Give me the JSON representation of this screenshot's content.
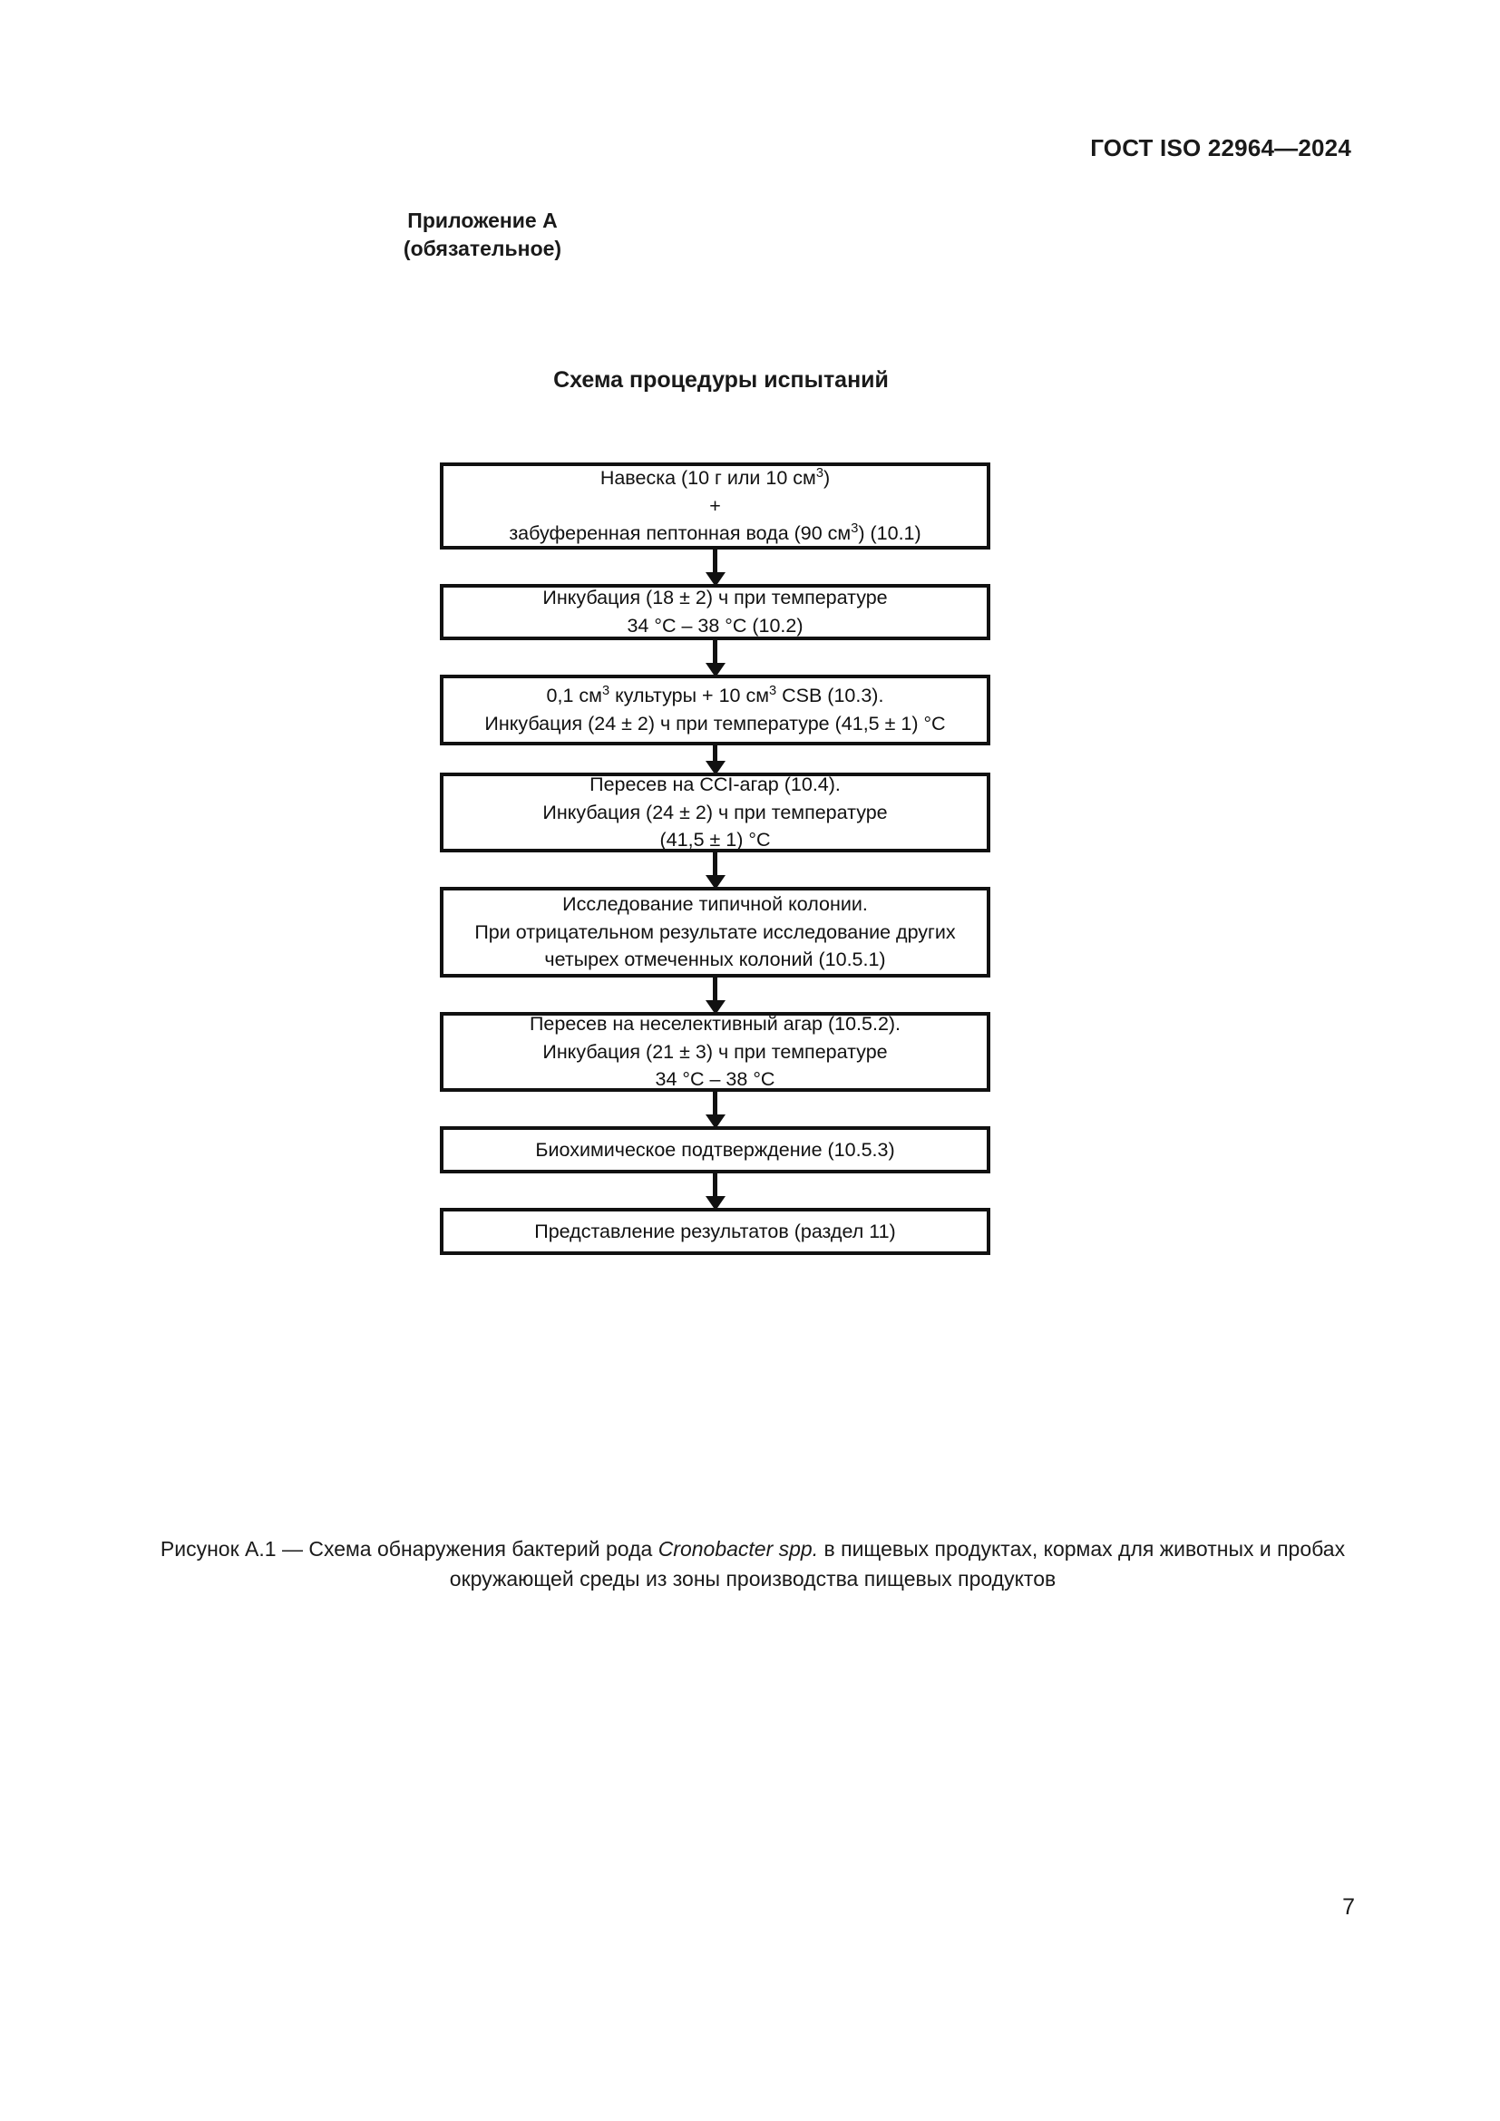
{
  "document": {
    "running_header": "ГОСТ ISO 22964—2024",
    "page_number": "7"
  },
  "annex": {
    "title": "Приложение А",
    "subtitle": "(обязательное)"
  },
  "scheme": {
    "title": "Схема процедуры испытаний"
  },
  "flowchart": {
    "type": "flowchart",
    "orientation": "vertical",
    "connector": "arrow-down",
    "nodes": [
      {
        "id": "n1",
        "lines": [
          "Навеска (10 г или 10 см<sup>3</sup>)",
          "+",
          "забуференная пептонная вода (90 см<sup>3</sup>) (10.1)"
        ],
        "clause": "10.1"
      },
      {
        "id": "n2",
        "lines": [
          "Инкубация (18 ± 2) ч при температуре",
          "34 °C – 38 °C (10.2)"
        ],
        "clause": "10.2"
      },
      {
        "id": "n3",
        "lines": [
          "0,1 см<sup>3</sup> культуры + 10 см<sup>3</sup> CSB (10.3).",
          "Инкубация (24 ± 2) ч при температуре (41,5 ± 1) °C"
        ],
        "clause": "10.3"
      },
      {
        "id": "n4",
        "lines": [
          "Пересев на CCI-агар (10.4).",
          "Инкубация (24 ± 2) ч при температуре",
          "(41,5 ± 1) °C"
        ],
        "clause": "10.4"
      },
      {
        "id": "n5",
        "lines": [
          "Исследование типичной колонии.",
          "При отрицательном результате исследование других",
          "четырех отмеченных колоний (10.5.1)"
        ],
        "clause": "10.5.1"
      },
      {
        "id": "n6",
        "lines": [
          "Пересев на неселективный агар (10.5.2).",
          "Инкубация (21 ± 3) ч при температуре",
          "34 °C – 38 °C"
        ],
        "clause": "10.5.2"
      },
      {
        "id": "n7",
        "lines": [
          "Биохимическое подтверждение (10.5.3)"
        ],
        "clause": "10.5.3"
      },
      {
        "id": "n8",
        "lines": [
          "Представление результатов (раздел 11)"
        ],
        "clause": "11"
      }
    ]
  },
  "figure": {
    "caption_prefix": "Рисунок А.1 — Схема обнаружения бактерий рода ",
    "caption_italic": "Cronobacter spp.",
    "caption_suffix": " в пищевых продуктах, кормах для животных и пробах окружающей среды из зоны производства пищевых продуктов"
  }
}
